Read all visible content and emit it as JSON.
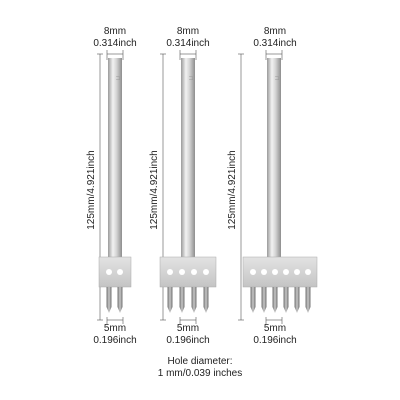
{
  "tools": [
    {
      "top_mm": "8mm",
      "top_inch": "0.314inch",
      "length": "125mm/4.921inch",
      "bottom_mm": "5mm",
      "bottom_inch": "0.196inch",
      "prongs": 2
    },
    {
      "top_mm": "8mm",
      "top_inch": "0.314inch",
      "length": "125mm/4.921inch",
      "bottom_mm": "5mm",
      "bottom_inch": "0.196inch",
      "prongs": 4
    },
    {
      "top_mm": "8mm",
      "top_inch": "0.314inch",
      "length": "125mm/4.921inch",
      "bottom_mm": "5mm",
      "bottom_inch": "0.196inch",
      "prongs": 6
    }
  ],
  "caption": {
    "line1": "Hole diameter:",
    "line2": "1 mm/0.039 inches"
  },
  "colors": {
    "dimension_line": "#555555",
    "shaft_mid": "#e6e6e6",
    "shaft_edge": "#9a9a9a",
    "head_face": "#d4d4d4",
    "prong": "#8a8a8a"
  }
}
